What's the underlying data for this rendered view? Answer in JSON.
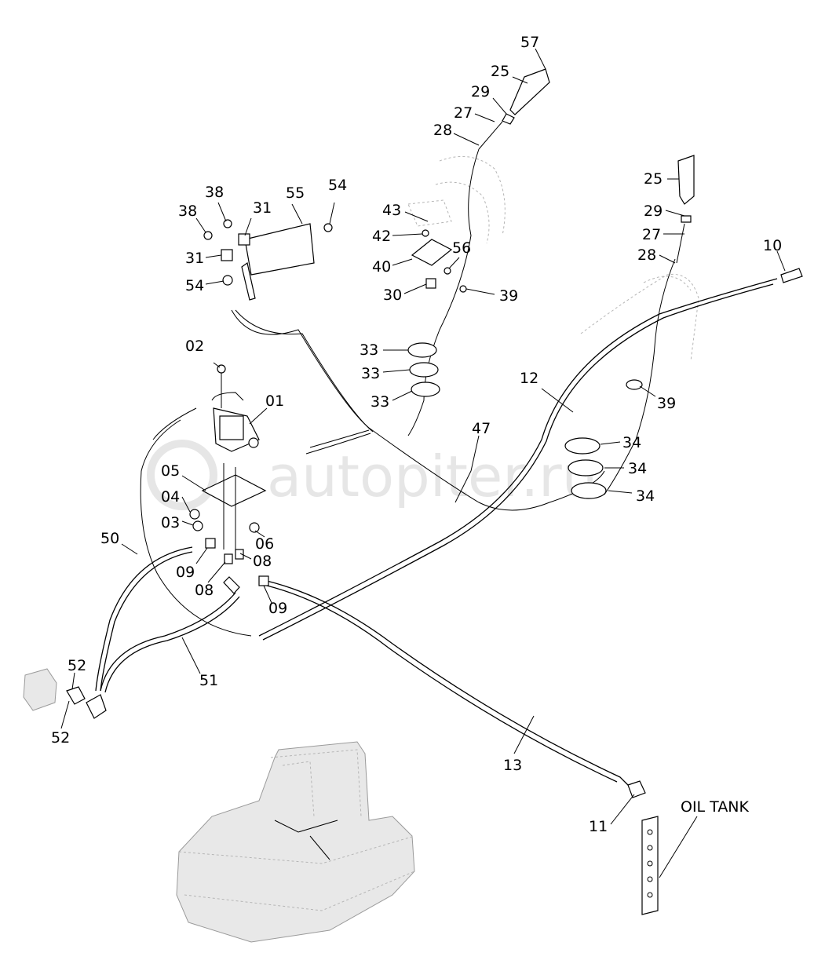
{
  "diagram": {
    "watermark": "autopiter.ru",
    "oil_tank_label": "OIL TANK",
    "callouts": [
      {
        "id": "c57",
        "text": "57"
      },
      {
        "id": "c25a",
        "text": "25"
      },
      {
        "id": "c29a",
        "text": "29"
      },
      {
        "id": "c27a",
        "text": "27"
      },
      {
        "id": "c28a",
        "text": "28"
      },
      {
        "id": "c25b",
        "text": "25"
      },
      {
        "id": "c29b",
        "text": "29"
      },
      {
        "id": "c27b",
        "text": "27"
      },
      {
        "id": "c28b",
        "text": "28"
      },
      {
        "id": "c10",
        "text": "10"
      },
      {
        "id": "c38a",
        "text": "38"
      },
      {
        "id": "c38b",
        "text": "38"
      },
      {
        "id": "c31a",
        "text": "31"
      },
      {
        "id": "c31b",
        "text": "31"
      },
      {
        "id": "c55",
        "text": "55"
      },
      {
        "id": "c54a",
        "text": "54"
      },
      {
        "id": "c54b",
        "text": "54"
      },
      {
        "id": "c43",
        "text": "43"
      },
      {
        "id": "c42",
        "text": "42"
      },
      {
        "id": "c40",
        "text": "40"
      },
      {
        "id": "c56",
        "text": "56"
      },
      {
        "id": "c30",
        "text": "30"
      },
      {
        "id": "c39a",
        "text": "39"
      },
      {
        "id": "c33a",
        "text": "33"
      },
      {
        "id": "c33b",
        "text": "33"
      },
      {
        "id": "c33c",
        "text": "33"
      },
      {
        "id": "c02",
        "text": "02"
      },
      {
        "id": "c01",
        "text": "01"
      },
      {
        "id": "c12",
        "text": "12"
      },
      {
        "id": "c39b",
        "text": "39"
      },
      {
        "id": "c47",
        "text": "47"
      },
      {
        "id": "c34a",
        "text": "34"
      },
      {
        "id": "c34b",
        "text": "34"
      },
      {
        "id": "c34c",
        "text": "34"
      },
      {
        "id": "c05",
        "text": "05"
      },
      {
        "id": "c04",
        "text": "04"
      },
      {
        "id": "c03",
        "text": "03"
      },
      {
        "id": "c06",
        "text": "06"
      },
      {
        "id": "c50",
        "text": "50"
      },
      {
        "id": "c09a",
        "text": "09"
      },
      {
        "id": "c08a",
        "text": "08"
      },
      {
        "id": "c08b",
        "text": "08"
      },
      {
        "id": "c09b",
        "text": "09"
      },
      {
        "id": "c51",
        "text": "51"
      },
      {
        "id": "c52a",
        "text": "52"
      },
      {
        "id": "c52b",
        "text": "52"
      },
      {
        "id": "c13",
        "text": "13"
      },
      {
        "id": "c11",
        "text": "11"
      }
    ]
  }
}
